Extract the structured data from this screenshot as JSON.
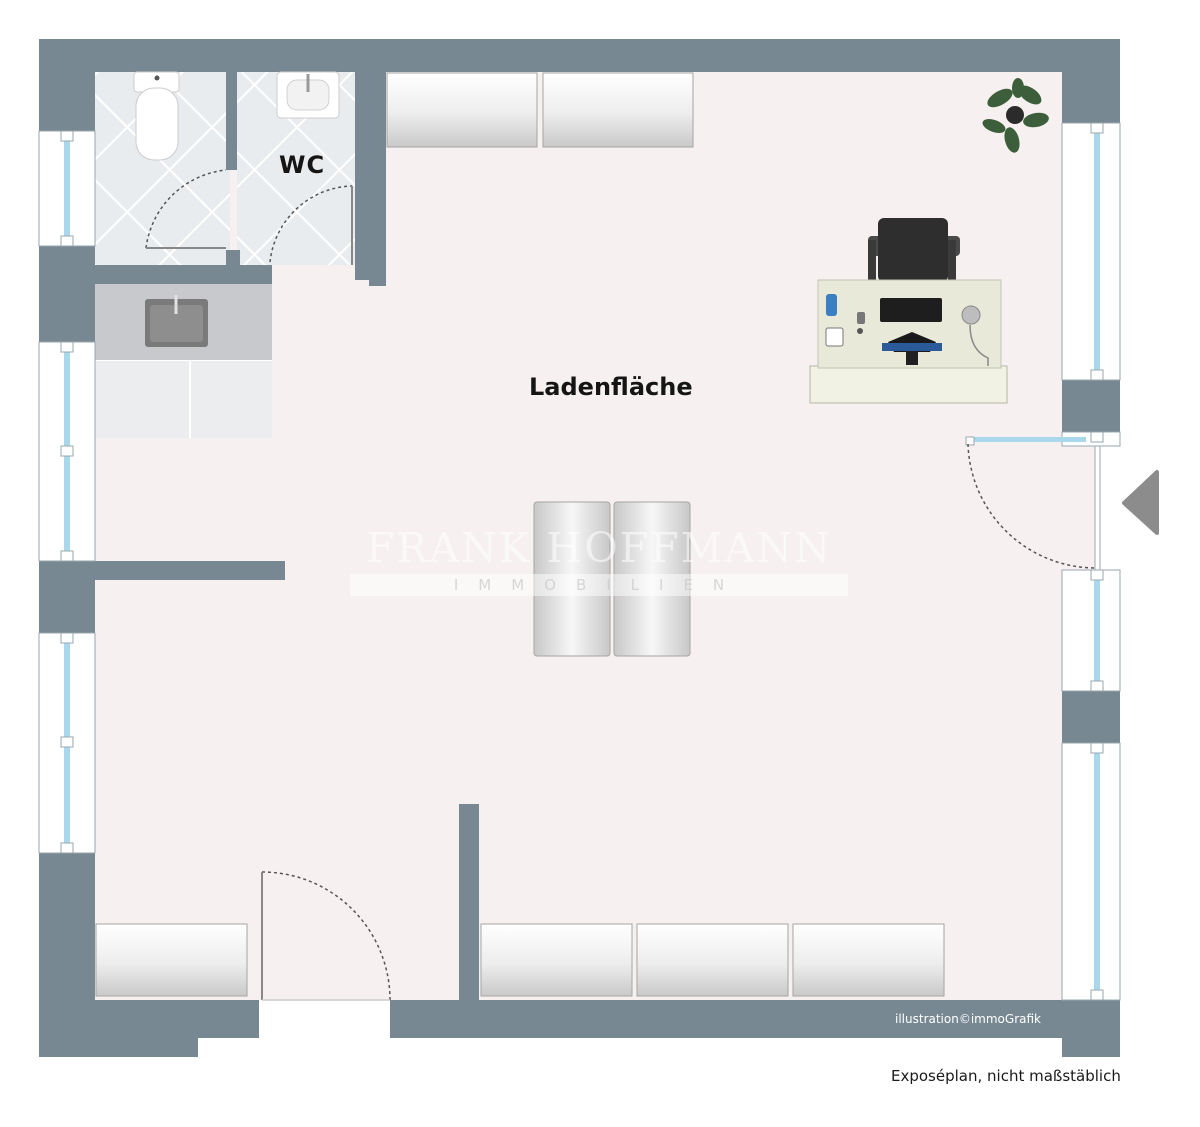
{
  "rooms": {
    "wc": "WC",
    "sales_floor": "Ladenfläche"
  },
  "watermark": {
    "line1": "FRANK HOFFMANN",
    "line2": "IMMOBILIEN"
  },
  "credit": "illustration©immoGrafik",
  "disclaimer": "Exposéplan, nicht maßstäblich",
  "colors": {
    "wall": "#778892",
    "floor": "#f7f0f0",
    "tile": "#e9ecef",
    "window_glass": "#a9d8ec",
    "furniture": "#e3e3e3",
    "desk": "#eaeadd",
    "text": "#151515"
  }
}
